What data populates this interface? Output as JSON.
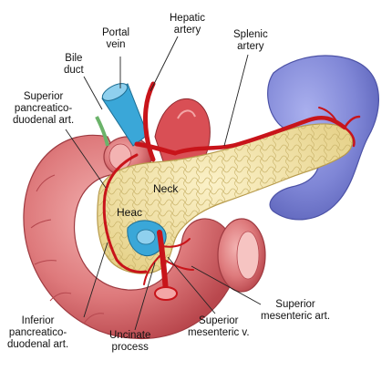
{
  "labels": {
    "portal_vein": [
      "Portal",
      "vein"
    ],
    "hepatic_artery": [
      "Hepatic",
      "artery"
    ],
    "splenic_artery": [
      "Splenic",
      "artery"
    ],
    "bile_duct": [
      "Bile",
      "duct"
    ],
    "superior_pd_art": [
      "Superior",
      "pancreatico-",
      "duodenal art."
    ],
    "neck": "Neck",
    "head": "Heac",
    "inferior_pd_art": [
      "Inferior",
      "pancreatico-",
      "duodenal art."
    ],
    "uncinate_process": [
      "Uncinate",
      "process"
    ],
    "superior_mesenteric_v": [
      "Superior",
      "mesenteric v."
    ],
    "superior_mesenteric_art": [
      "Superior",
      "mesenteric art."
    ]
  },
  "colors": {
    "duodenum": "#d96a6e",
    "pancreas": "#f1e2a6",
    "spleen": "#7f86d6",
    "artery": "#c8141a",
    "vein": "#3aa7d8",
    "leader": "#222222"
  }
}
